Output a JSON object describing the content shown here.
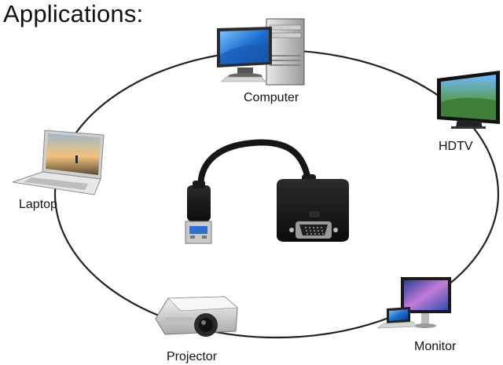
{
  "heading": "Applications:",
  "devices": {
    "computer": "Computer",
    "hdtv": "HDTV",
    "laptop": "Laptop",
    "projector": "Projector",
    "monitor": "Monitor"
  },
  "icons": {
    "computer": "desktop-computer-icon",
    "hdtv": "hdtv-icon",
    "laptop": "laptop-icon",
    "projector": "projector-icon",
    "monitor": "monitor-icon",
    "adapter": "usb-to-vga-adapter-icon"
  },
  "colors": {
    "ring": "#222222",
    "adapter_body": "#151515",
    "usb_blue": "#2e6fd6",
    "screen_blue": "#1d6fd0"
  }
}
